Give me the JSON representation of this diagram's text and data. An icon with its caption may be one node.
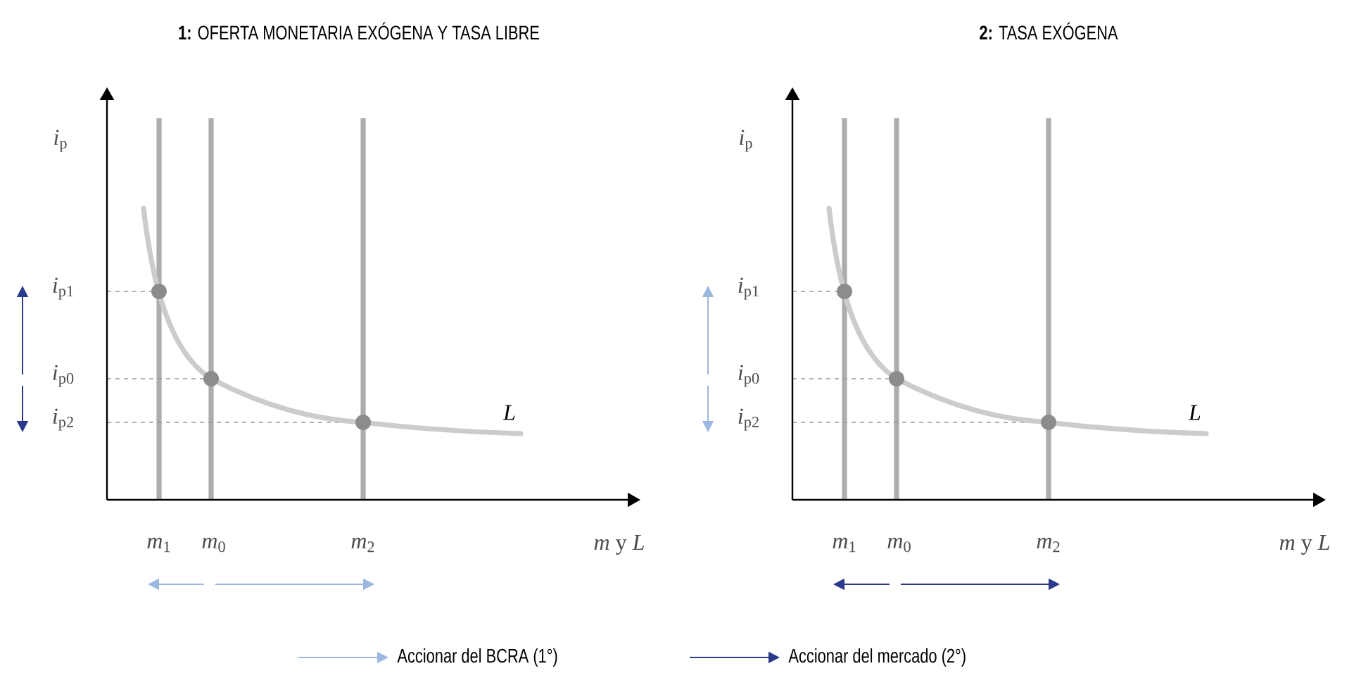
{
  "diagram": {
    "labels": [
      "**1:** OFERTA MONETARIA EXÓGENA Y TASA LIBRE",
      "**2:** TASA EXÓGENA",
      "*i*$_{p}$",
      "*i*$_{p1}$",
      "*i*$_{p0}$",
      "L",
      "*i*$_{p2}$",
      "*m*$_{1}$",
      "*m*$_{0}$",
      "*m*$_{2}$",
      "*m* y *L*",
      "*i*$_{p}$",
      "*i*$_{p1}$",
      "*i*$_{p0}$",
      "L",
      "*i*$_{p2}$",
      "*m*$_{1}$",
      "*m*$_{0}$",
      "*m*$_{2}$",
      "*m* y *L*"
    ],
    "legend": [
      {
        "text": "Accionar del BCRA (1°)"
      },
      {
        "text": "Accionar del mercado (2°)"
      }
    ]
  }
}
